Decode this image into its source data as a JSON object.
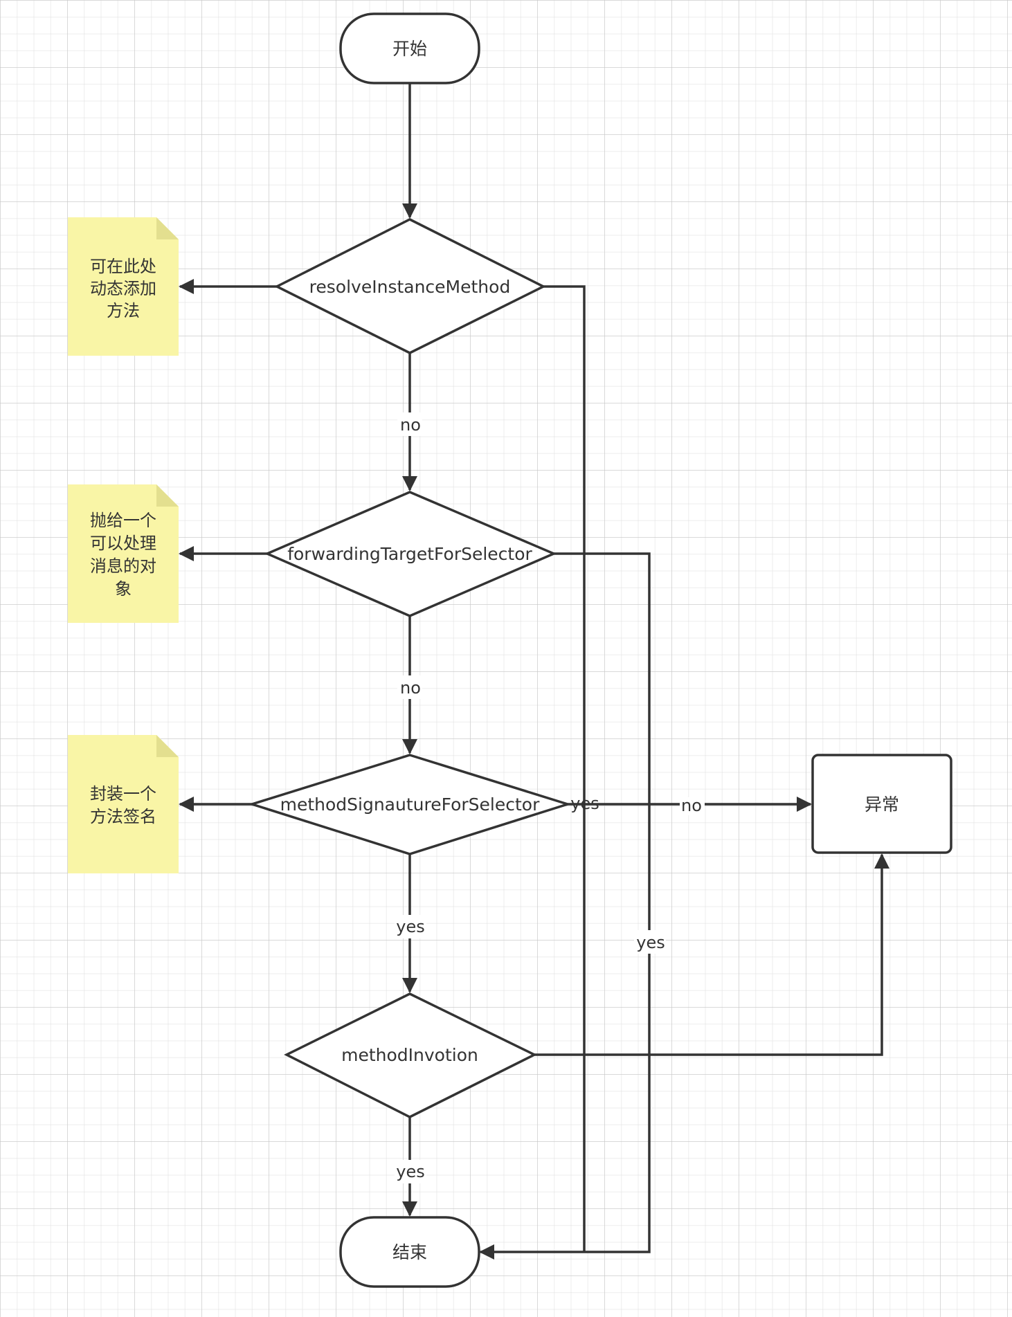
{
  "nodes": {
    "start": "开始",
    "resolve": "resolveInstanceMethod",
    "forwarding": "forwardingTargetForSelector",
    "signature": "methodSignautureForSelector",
    "invocation": "methodInvotion",
    "exception": "异常",
    "end": "结束"
  },
  "notes": {
    "resolve_note": [
      "可在此处",
      "动态添加",
      "方法"
    ],
    "forwarding_note": [
      "抛给一个",
      "可以处理",
      "消息的对",
      "象"
    ],
    "signature_note": [
      "封装一个",
      "方法签名"
    ]
  },
  "edge_labels": {
    "resolve_no": "no",
    "forwarding_no": "no",
    "signature_yes": "yes",
    "invocation_yes": "yes",
    "resolve_yes": "yes",
    "forwarding_yes": "yes",
    "signature_no": "no"
  },
  "colors": {
    "stroke": "#333333",
    "note_fill": "#f9f5a6",
    "note_fold": "#e3df8f"
  }
}
